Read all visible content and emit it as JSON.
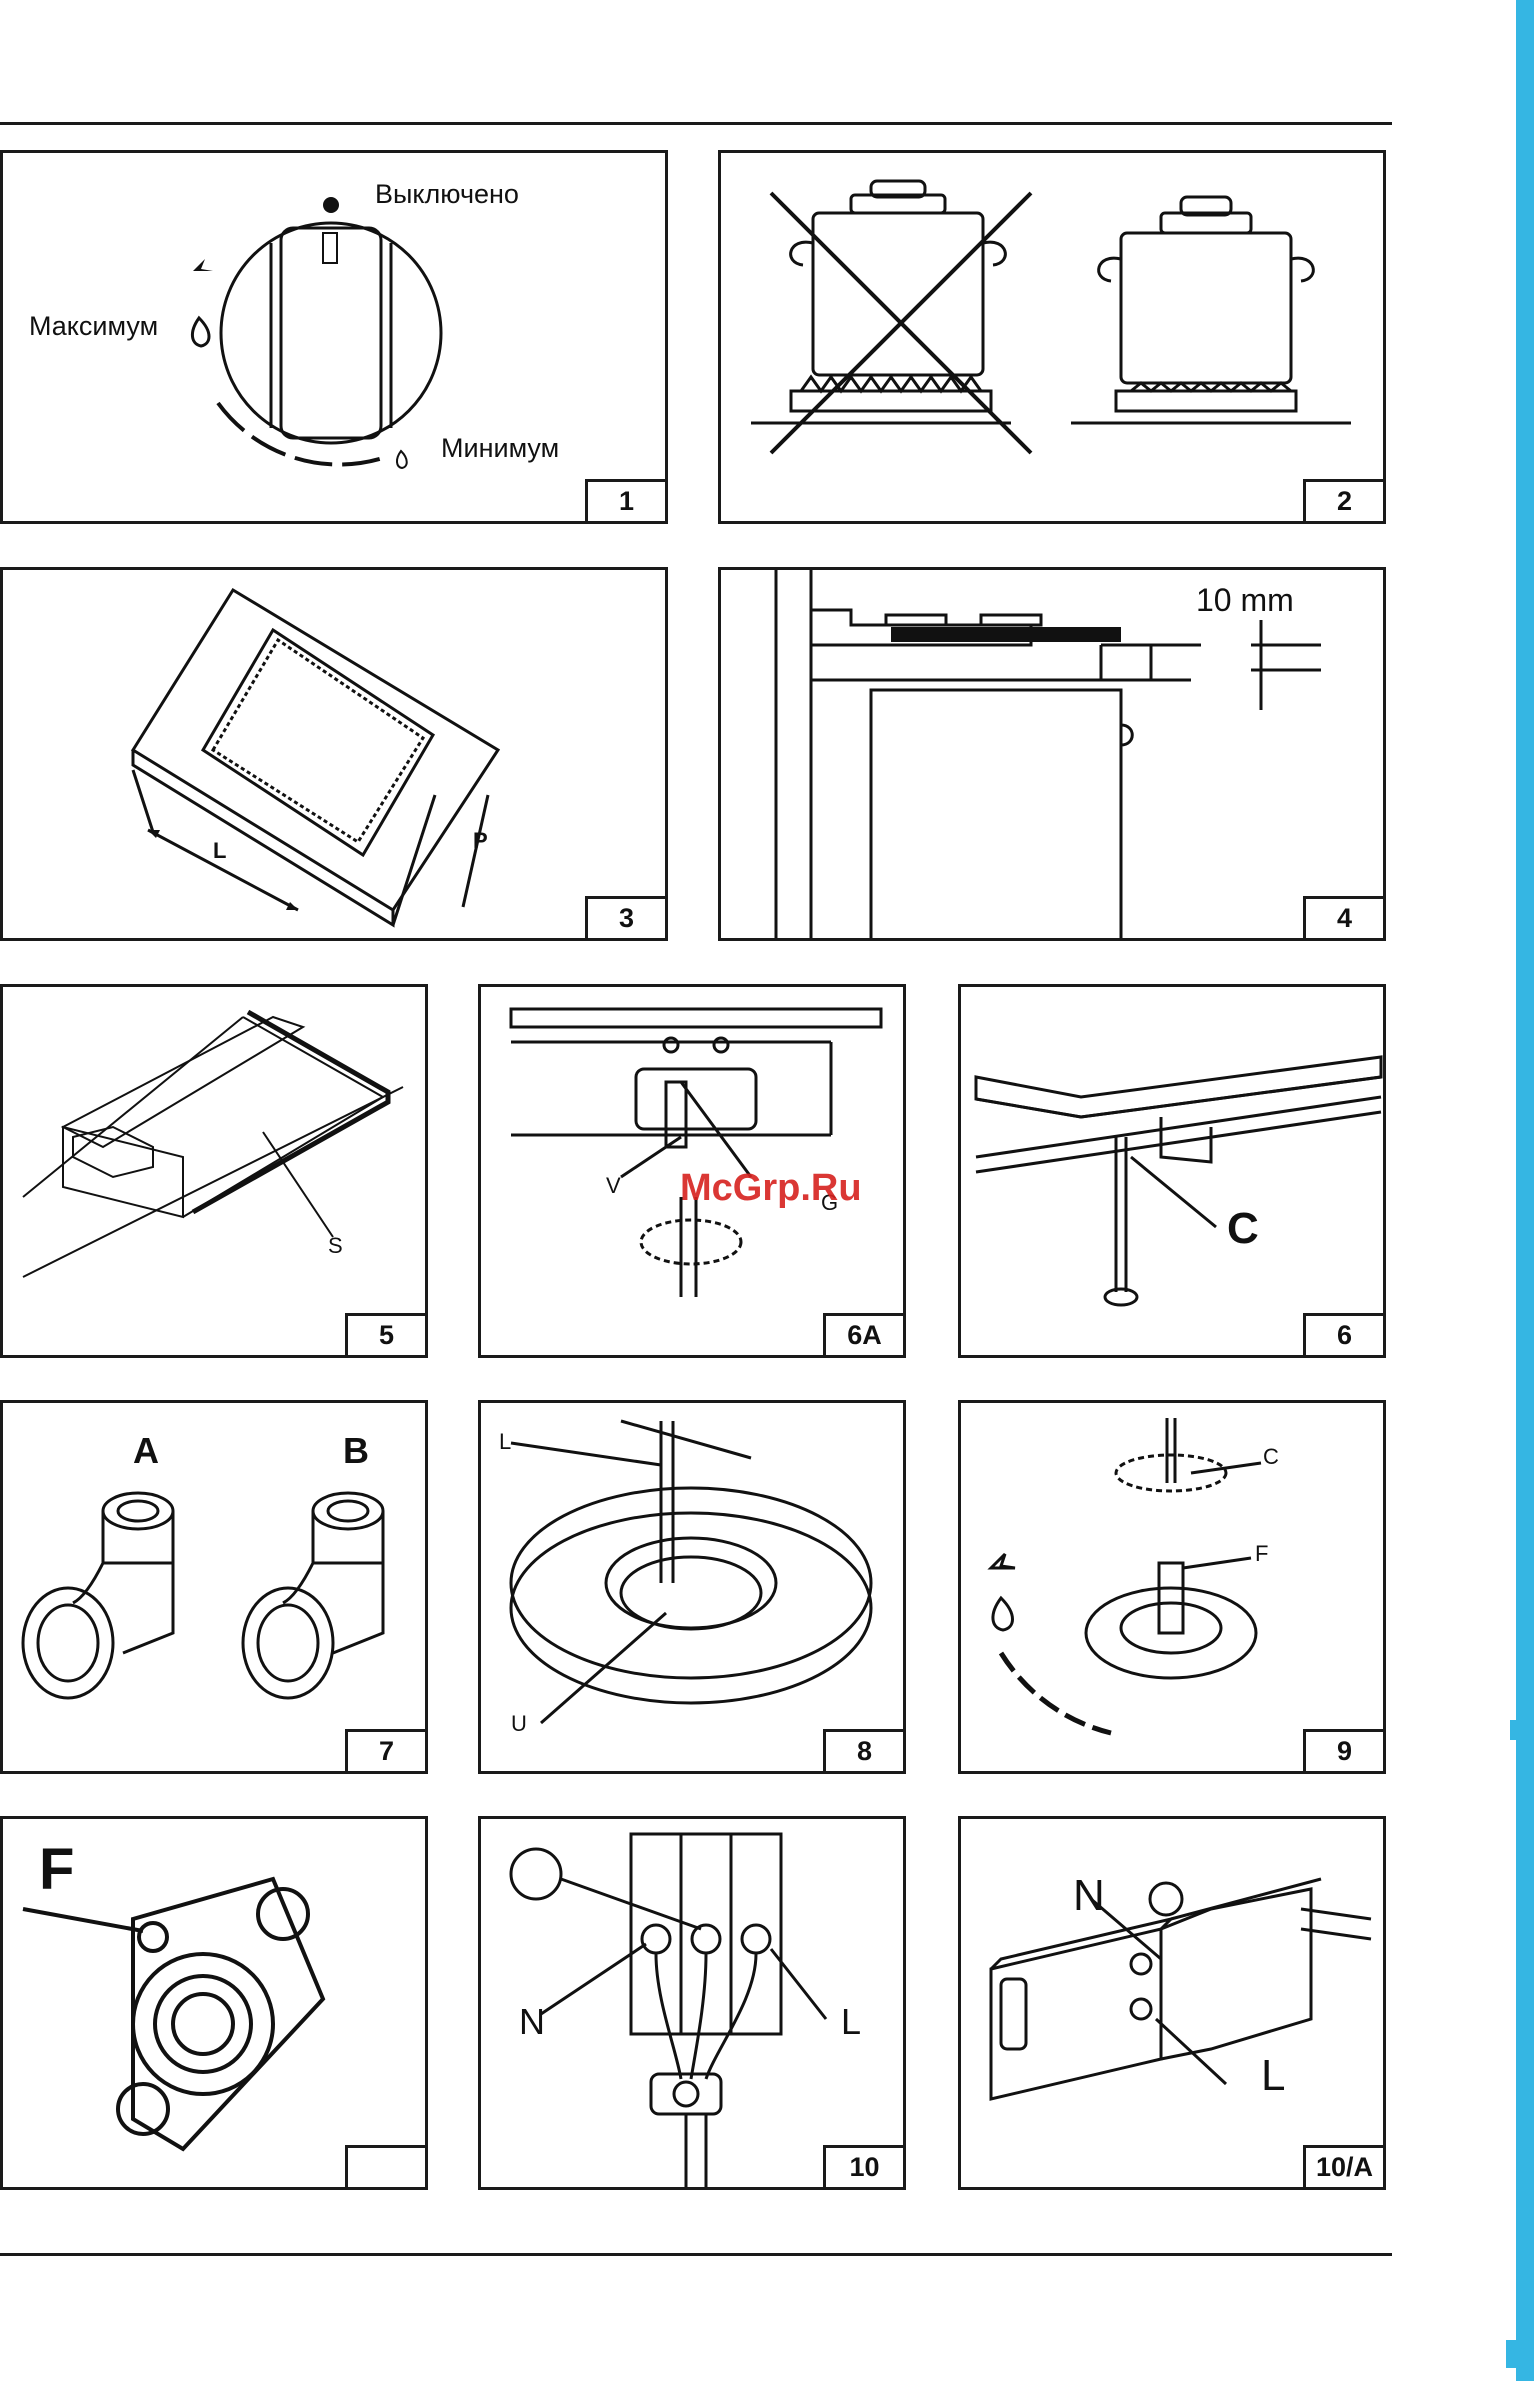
{
  "watermark": "McGrp.Ru",
  "panels": {
    "p1": {
      "number": "1",
      "off": "Выключено",
      "max": "Максимум",
      "min": "Минимум"
    },
    "p2": {
      "number": "2"
    },
    "p3": {
      "number": "3",
      "len": "L",
      "depth": "P"
    },
    "p4": {
      "number": "4",
      "gap": "10 mm"
    },
    "p5": {
      "number": "5",
      "seal": "S"
    },
    "p6a": {
      "number": "6A",
      "v": "V",
      "g": "G"
    },
    "p6": {
      "number": "6",
      "c": "C"
    },
    "p7": {
      "number": "7",
      "a": "A",
      "b": "B"
    },
    "p8": {
      "number": "8",
      "l": "L",
      "u": "U"
    },
    "p9": {
      "number": "9",
      "c": "C",
      "f": "F"
    },
    "p10f": {
      "number": "",
      "f": "F"
    },
    "p10": {
      "number": "10",
      "n": "N",
      "l": "L"
    },
    "p10a": {
      "number": "10/A",
      "n": "N",
      "l": "L"
    }
  },
  "colors": {
    "accent": "#35b6e3",
    "ink": "#1a1a1a",
    "watermark": "#d6221f"
  }
}
